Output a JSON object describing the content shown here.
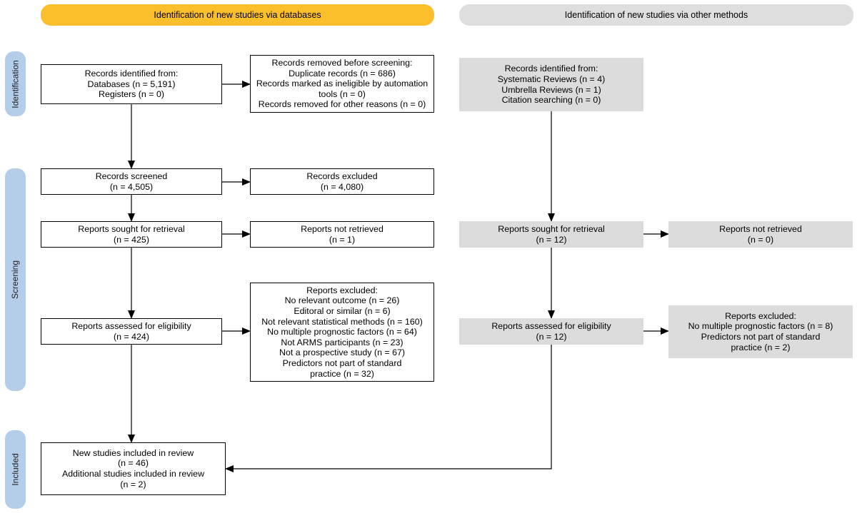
{
  "colors": {
    "database_header": "#fbbf2b",
    "other_header": "#dedede",
    "phase_label": "#b4cde9",
    "grey_box": "#dcdcdc",
    "line": "#000000"
  },
  "headers": {
    "databases": "Identification of new studies via databases",
    "other": "Identification of new studies via other methods"
  },
  "phases": {
    "identification": "Identification",
    "screening": "Screening",
    "included": "Included"
  },
  "databases": {
    "identified": [
      "Records identified from:",
      "Databases (n = 5,191)",
      "Registers (n = 0)"
    ],
    "removed": [
      "Records removed before screening:",
      "Duplicate records (n = 686)",
      "Records marked as ineligible by automation",
      "tools (n = 0)",
      "Records removed for other reasons (n = 0)"
    ],
    "screened": [
      "Records screened",
      "(n = 4,505)"
    ],
    "excluded": [
      "Records excluded",
      "(n = 4,080)"
    ],
    "sought": [
      "Reports sought for retrieval",
      "(n = 425)"
    ],
    "not_retrieved": [
      "Reports not retrieved",
      "(n = 1)"
    ],
    "assessed": [
      "Reports assessed for eligibility",
      "(n = 424)"
    ],
    "reports_excluded": [
      "Reports excluded:",
      "No relevant outcome (n = 26)",
      "Editoral or similar (n = 6)",
      "Not relevant statistical methods (n = 160)",
      "No multiple prognostic factors (n = 64)",
      "Not ARMS participants (n = 23)",
      "Not a prospective study (n = 67)",
      "Predictors not part of standard",
      "practice (n = 32)"
    ],
    "included": [
      "New studies included in review",
      "(n = 46)",
      "Additional studies included in review",
      "(n = 2)"
    ]
  },
  "other": {
    "identified": [
      "Records identified from:",
      "Systematic Reviews (n = 4)",
      "Umbrella Reviews (n = 1)",
      "Citation searching (n = 0)"
    ],
    "sought": [
      "Reports sought for retrieval",
      "(n = 12)"
    ],
    "not_retrieved": [
      "Reports not retrieved",
      "(n = 0)"
    ],
    "assessed": [
      "Reports assessed for eligibility",
      "(n = 12)"
    ],
    "reports_excluded": [
      "Reports excluded:",
      "No multiple prognostic factors (n = 8)",
      "Predictors not part of standard",
      "practice (n = 2)"
    ]
  }
}
